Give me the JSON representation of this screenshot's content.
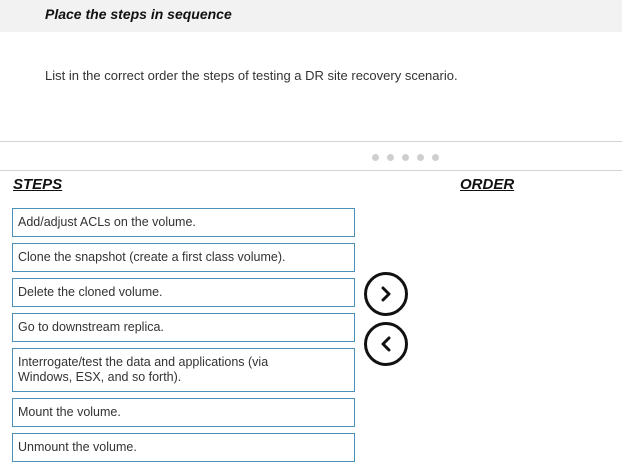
{
  "header": {
    "title": "Place the steps in sequence"
  },
  "question": {
    "text": "List in the correct order the steps of testing a DR site recovery scenario."
  },
  "columns": {
    "steps_label": "STEPS",
    "order_label": "ORDER"
  },
  "steps": [
    {
      "label": "Add/adjust ACLs on the volume."
    },
    {
      "label": "Clone the snapshot (create a first class volume)."
    },
    {
      "label": "Delete the cloned volume."
    },
    {
      "label": "Go to downstream replica."
    },
    {
      "label": "Interrogate/test the data and applications (via Windows, ESX, and so forth)."
    },
    {
      "label": "Mount the volume."
    },
    {
      "label": "Unmount the volume."
    }
  ],
  "pager": {
    "dot_count": 5
  },
  "controls": {
    "move_right_icon": "chevron-right-icon",
    "move_left_icon": "chevron-left-icon"
  },
  "colors": {
    "step_border": "#4a90b8",
    "header_bg": "#f2f2f2"
  }
}
